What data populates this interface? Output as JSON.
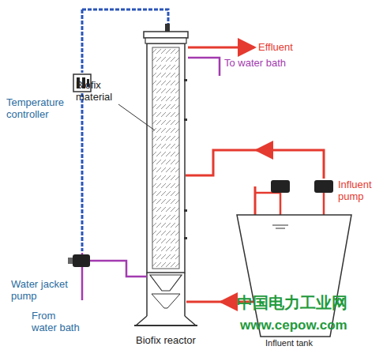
{
  "diagram": {
    "labels": [
      "Effluent",
      "To water bath",
      "Temperature controller",
      "Biofix material",
      "Influent pump",
      "Water jacket pump",
      "From water bath",
      "Biofix reactor",
      "Influent tank",
      "中国电力工业网",
      "www.cepow.com"
    ]
  }
}
